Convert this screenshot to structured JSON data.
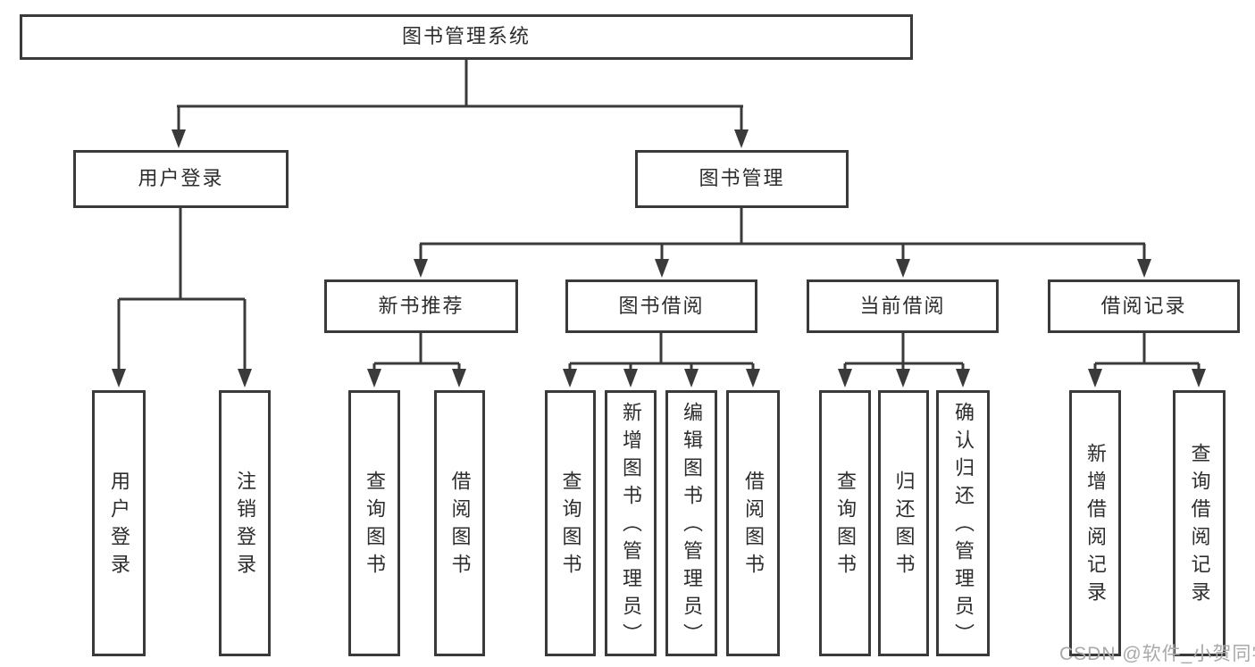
{
  "diagram": {
    "root": {
      "label": "图书管理系统"
    },
    "level2": [
      {
        "label": "用户登录"
      },
      {
        "label": "图书管理"
      }
    ],
    "level3": [
      {
        "label": "新书推荐"
      },
      {
        "label": "图书借阅"
      },
      {
        "label": "当前借阅"
      },
      {
        "label": "借阅记录"
      }
    ],
    "leaves": {
      "user_login": [
        "用户登录",
        "注销登录"
      ],
      "new_book": [
        "查询图书",
        "借阅图书"
      ],
      "book_borrow": [
        "查询图书",
        "新增图书（管理员）",
        "编辑图书（管理员）",
        "借阅图书"
      ],
      "current_borrow": [
        "查询图书",
        "归还图书",
        "确认归还（管理员）"
      ],
      "records": [
        "新增借阅记录",
        "查询借阅记录"
      ]
    }
  },
  "watermark": "CSDN @软件_小贺同学",
  "colors": {
    "line": "#3a3a3a",
    "text": "#2d2d2d",
    "watermark": "#a9a9a9",
    "background": "#ffffff"
  }
}
